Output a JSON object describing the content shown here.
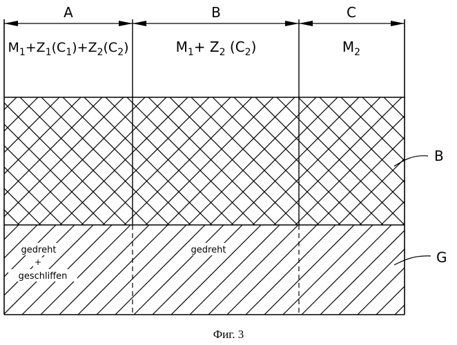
{
  "figure": {
    "sections": [
      {
        "letter": "A",
        "composition": {
          "parts": [
            [
              "M",
              "1"
            ],
            [
              "+Z",
              "1"
            ],
            [
              "(C",
              "1"
            ],
            [
              ")+Z",
              "2"
            ],
            [
              "(C",
              "2"
            ],
            [
              ")",
              ""
            ]
          ]
        },
        "surface": {
          "line1": "gedreht",
          "line2": "+",
          "line3": "geschliffen"
        }
      },
      {
        "letter": "B",
        "composition": {
          "parts": [
            [
              "M",
              "1"
            ],
            [
              "+ Z",
              "2"
            ],
            [
              " (C",
              "2"
            ],
            [
              ")",
              ""
            ]
          ]
        },
        "surface": {
          "line1": "gedreht"
        }
      },
      {
        "letter": "C",
        "composition": {
          "parts": [
            [
              "M",
              "2"
            ]
          ]
        }
      }
    ],
    "layer_labels": {
      "upper": "B",
      "lower": "G"
    },
    "caption": "Фиг. 3"
  }
}
